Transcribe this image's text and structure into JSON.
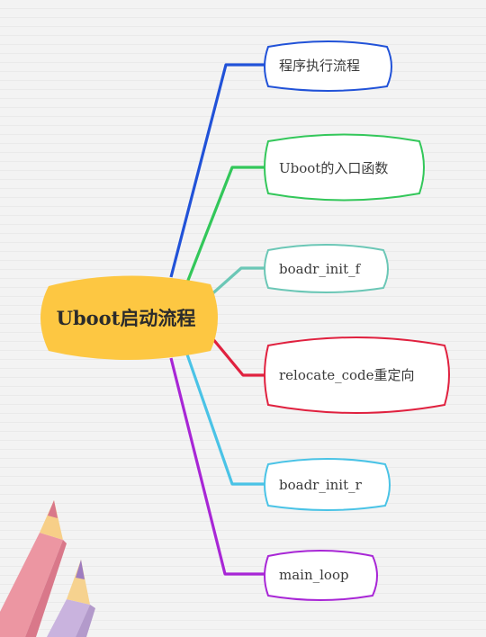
{
  "root": {
    "label": "Uboot启动流程",
    "fill": "#fdc742"
  },
  "branches": [
    {
      "label": "程序执行流程",
      "color": "#2152d8"
    },
    {
      "label": "Uboot的入口函数",
      "color": "#33c75a"
    },
    {
      "label": "boadr_init_f",
      "color": "#6bc7b6"
    },
    {
      "label": "relocate_code重定向",
      "color": "#e0213f"
    },
    {
      "label": "boadr_init_r",
      "color": "#4ac3e6"
    },
    {
      "label": "main_loop",
      "color": "#a826d6"
    }
  ],
  "decoration": {
    "pencils": [
      "pink-pencil-icon",
      "lilac-pencil-icon"
    ]
  }
}
